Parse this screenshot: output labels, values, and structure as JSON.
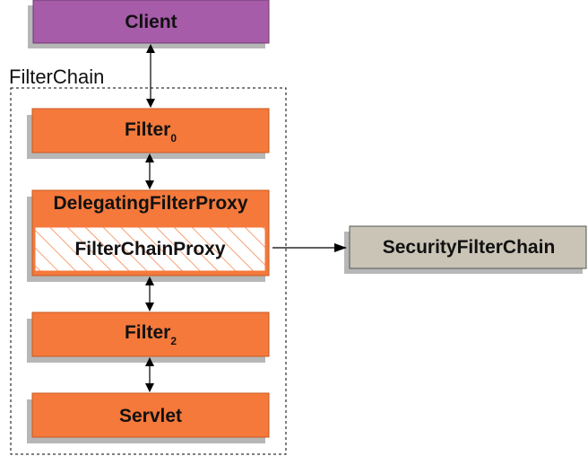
{
  "colors": {
    "client_fill": "#a65ca9",
    "client_stroke": "#6c3c6e",
    "filter_fill": "#f4793b",
    "filter_stroke": "#c95a22",
    "inner_fill": "#ffffff",
    "hatch": "#f4793b",
    "security_fill": "#c9c4b6",
    "security_stroke": "#555555",
    "shadow": "#b7b7b7",
    "line": "#000000"
  },
  "client": {
    "label": "Client"
  },
  "filter_chain": {
    "label": "FilterChain"
  },
  "filter0": {
    "label": "Filter",
    "subscript": "0"
  },
  "delegating": {
    "label": "DelegatingFilterProxy"
  },
  "filter_chain_proxy": {
    "label": "FilterChainProxy"
  },
  "filter2": {
    "label": "Filter",
    "subscript": "2"
  },
  "servlet": {
    "label": "Servlet"
  },
  "security_filter_chain": {
    "label": "SecurityFilterChain"
  }
}
